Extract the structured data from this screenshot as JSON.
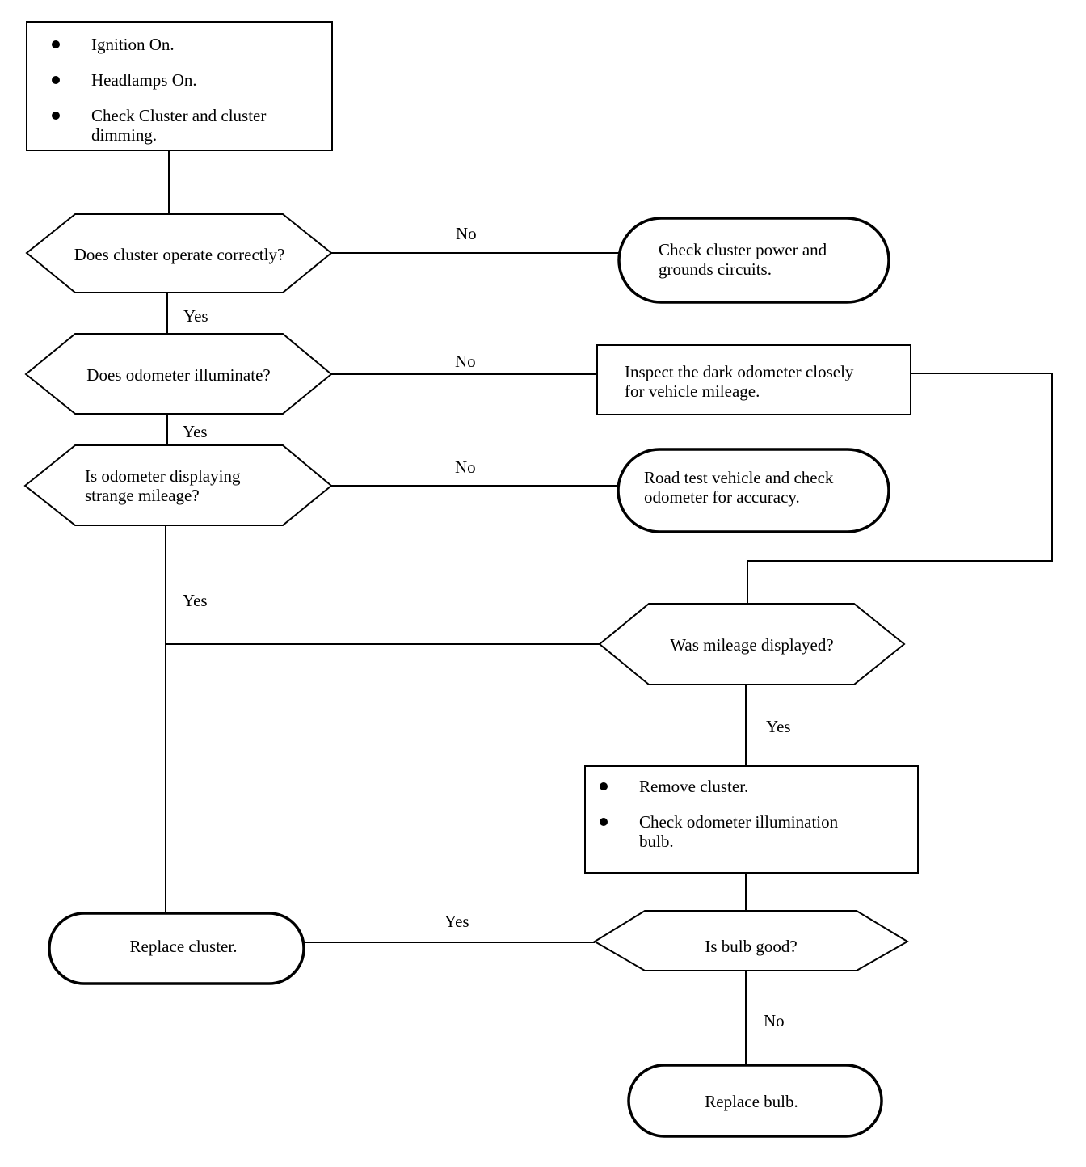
{
  "start_box": {
    "items": [
      "Ignition On.",
      "Headlamps On.",
      "Check Cluster and cluster",
      "dimming."
    ]
  },
  "decisions": {
    "cluster_operate": "Does cluster operate correctly?",
    "odometer_illuminate": "Does odometer illuminate?",
    "strange_mileage_1": "Is odometer displaying",
    "strange_mileage_2": "strange mileage?",
    "mileage_displayed": "Was mileage displayed?",
    "bulb_good": "Is bulb good?"
  },
  "actions": {
    "check_power_1": "Check cluster power and",
    "check_power_2": "grounds circuits.",
    "inspect_1": "Inspect the dark odometer closely",
    "inspect_2": "for vehicle mileage.",
    "road_test_1": "Road test vehicle and check",
    "road_test_2": "odometer for accuracy.",
    "remove_cluster": "Remove cluster.",
    "check_bulb_1": "Check odometer illumination",
    "check_bulb_2": "bulb.",
    "replace_cluster": "Replace cluster.",
    "replace_bulb": "Replace bulb."
  },
  "labels": {
    "no": "No",
    "yes": "Yes"
  }
}
